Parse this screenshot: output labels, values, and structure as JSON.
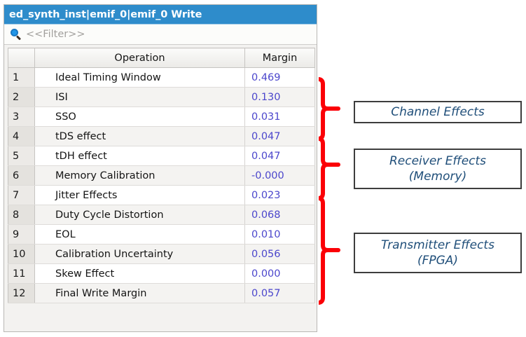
{
  "panel": {
    "title": "ed_synth_inst|emif_0|emif_0 Write",
    "filter": {
      "icon": "search-icon",
      "placeholder": "<<Filter>>",
      "value": ""
    },
    "table": {
      "columns": [
        "",
        "Operation",
        "Margin"
      ],
      "rows": [
        {
          "num": "1",
          "operation": "Ideal Timing Window",
          "margin": "0.469"
        },
        {
          "num": "2",
          "operation": "ISI",
          "margin": "0.130"
        },
        {
          "num": "3",
          "operation": "SSO",
          "margin": "0.031"
        },
        {
          "num": "4",
          "operation": "tDS effect",
          "margin": "0.047"
        },
        {
          "num": "5",
          "operation": "tDH effect",
          "margin": "0.047"
        },
        {
          "num": "6",
          "operation": "Memory Calibration",
          "margin": "-0.000"
        },
        {
          "num": "7",
          "operation": "Jitter Effects",
          "margin": "0.023"
        },
        {
          "num": "8",
          "operation": "Duty Cycle Distortion",
          "margin": "0.068"
        },
        {
          "num": "9",
          "operation": "EOL",
          "margin": "0.010"
        },
        {
          "num": "10",
          "operation": "Calibration Uncertainty",
          "margin": "0.056"
        },
        {
          "num": "11",
          "operation": "Skew Effect",
          "margin": "0.000"
        },
        {
          "num": "12",
          "operation": "Final Write Margin",
          "margin": "0.057"
        }
      ]
    }
  },
  "annotations": {
    "brace_color": "#fb0007",
    "text_color": "#1f4e79",
    "groups": [
      {
        "line1": "Channel Effects",
        "line2": ""
      },
      {
        "line1": "Receiver Effects",
        "line2": "(Memory)"
      },
      {
        "line1": "Transmitter Effects",
        "line2": "(FPGA)"
      }
    ]
  },
  "colors": {
    "titlebar": "#2e8ccb",
    "margin_value": "#4b46cc",
    "annotation_text": "#1f4e79",
    "brace": "#fb0007"
  }
}
